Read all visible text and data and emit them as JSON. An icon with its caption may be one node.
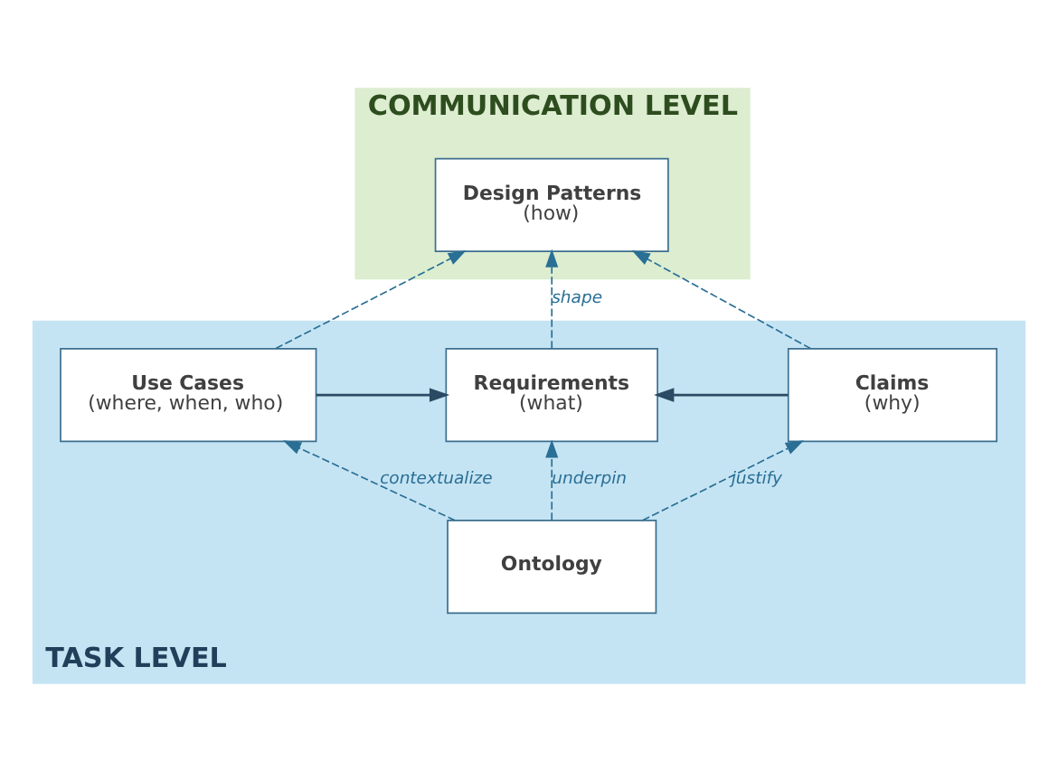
{
  "diagram": {
    "nodes": [
      {
        "text": [
          "COMMUNICATION LEVEL"
        ]
      },
      {
        "text": [
          "Design Patterns",
          "(how)"
        ],
        "in": 0
      },
      {
        "text": [
          "TASK LEVEL"
        ]
      },
      {
        "text": [
          "Use Cases",
          "(where, when, who)"
        ],
        "in": 2
      },
      {
        "text": [
          "Requirements",
          "(what)"
        ],
        "in": 2
      },
      {
        "text": [
          "Claims",
          "(why)"
        ],
        "in": 2
      },
      {
        "text": [
          "Ontology"
        ],
        "in": 2
      }
    ],
    "edges": [
      {
        "from": 3,
        "to": 1,
        "arrow": "to",
        "style": "dashed"
      },
      {
        "from": 4,
        "to": 1,
        "arrow": "to",
        "style": "dashed",
        "label": "shape"
      },
      {
        "from": 5,
        "to": 1,
        "arrow": "to",
        "style": "dashed"
      },
      {
        "from": 3,
        "to": 4,
        "arrow": "to",
        "color": "#2b4a63"
      },
      {
        "from": 5,
        "to": 4,
        "arrow": "to",
        "color": "#2b4a63"
      },
      {
        "from": 6,
        "to": 3,
        "arrow": "to",
        "style": "dashed",
        "label": "contextualize"
      },
      {
        "from": 6,
        "to": 4,
        "arrow": "to",
        "style": "dashed",
        "label": "underpin"
      },
      {
        "from": 6,
        "to": 5,
        "arrow": "to",
        "style": "dashed",
        "label": "justify"
      }
    ]
  }
}
